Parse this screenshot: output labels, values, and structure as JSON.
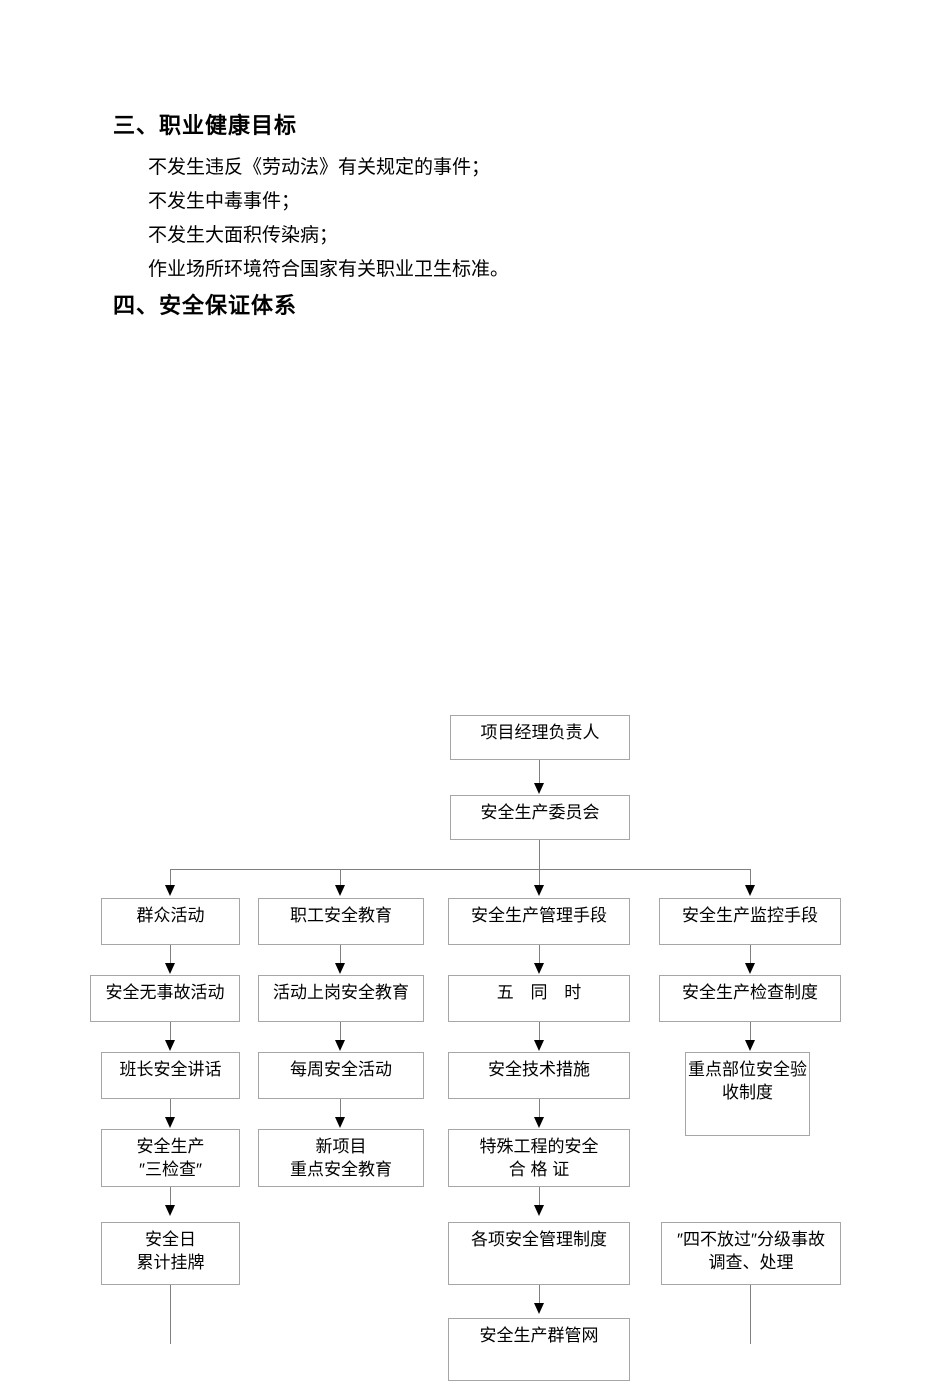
{
  "document": {
    "sections": [
      {
        "id": "occupational-health",
        "heading": "三、职业健康目标",
        "lines": [
          "不发生违反《劳动法》有关规定的事件；",
          "不发生中毒事件；",
          "不发生大面积传染病；",
          "作业场所环境符合国家有关职业卫生标准。"
        ]
      },
      {
        "id": "safety-assurance-system",
        "heading": "四、安全保证体系",
        "lines": []
      }
    ]
  },
  "chart_data": {
    "type": "diagram",
    "title": "安全保证体系",
    "orientation": "top-down",
    "root": "项目经理负责人",
    "nodes": [
      {
        "id": "n1",
        "label": "项目经理负责人",
        "level": 0,
        "column": "center"
      },
      {
        "id": "n2",
        "label": "安全生产委员会",
        "level": 1,
        "column": "center"
      },
      {
        "id": "c1r1",
        "label": "群众活动",
        "level": 2,
        "column": 1
      },
      {
        "id": "c1r2",
        "label": "安全无事故活动",
        "level": 3,
        "column": 1
      },
      {
        "id": "c1r3",
        "label": "班长安全讲话",
        "level": 4,
        "column": 1
      },
      {
        "id": "c1r4",
        "label": "安全生产\n″三检查″",
        "level": 5,
        "column": 1
      },
      {
        "id": "c1r5",
        "label": "安全日\n累计挂牌",
        "level": 6,
        "column": 1
      },
      {
        "id": "c2r1",
        "label": "职工安全教育",
        "level": 2,
        "column": 2
      },
      {
        "id": "c2r2",
        "label": "活动上岗安全教育",
        "level": 3,
        "column": 2
      },
      {
        "id": "c2r3",
        "label": "每周安全活动",
        "level": 4,
        "column": 2
      },
      {
        "id": "c2r4",
        "label": "新项目\n重点安全教育",
        "level": 5,
        "column": 2
      },
      {
        "id": "c3r1",
        "label": "安全生产管理手段",
        "level": 2,
        "column": 3
      },
      {
        "id": "c3r2",
        "label": "五 同 时",
        "level": 3,
        "column": 3
      },
      {
        "id": "c3r3",
        "label": "安全技术措施",
        "level": 4,
        "column": 3
      },
      {
        "id": "c3r4",
        "label": "特殊工程的安全\n合 格 证",
        "level": 5,
        "column": 3
      },
      {
        "id": "c3r5",
        "label": "各项安全管理制度",
        "level": 6,
        "column": 3
      },
      {
        "id": "c3r6",
        "label": "安全生产群管网",
        "level": 7,
        "column": 3
      },
      {
        "id": "c4r1",
        "label": "安全生产监控手段",
        "level": 2,
        "column": 4
      },
      {
        "id": "c4r2",
        "label": "安全生产检查制度",
        "level": 3,
        "column": 4
      },
      {
        "id": "c4r3",
        "label": "重点部位安全验\n收制度",
        "level": 4,
        "column": 4
      },
      {
        "id": "c4r4",
        "label": "″四不放过″分级事故\n调查、处理",
        "level": 6,
        "column": 4
      }
    ],
    "edges": [
      {
        "from": "n1",
        "to": "n2"
      },
      {
        "from": "n2",
        "to": "c1r1"
      },
      {
        "from": "n2",
        "to": "c2r1"
      },
      {
        "from": "n2",
        "to": "c3r1"
      },
      {
        "from": "n2",
        "to": "c4r1"
      },
      {
        "from": "c1r1",
        "to": "c1r2"
      },
      {
        "from": "c1r2",
        "to": "c1r3"
      },
      {
        "from": "c1r3",
        "to": "c1r4"
      },
      {
        "from": "c1r4",
        "to": "c1r5"
      },
      {
        "from": "c2r1",
        "to": "c2r2"
      },
      {
        "from": "c2r2",
        "to": "c2r3"
      },
      {
        "from": "c2r3",
        "to": "c2r4"
      },
      {
        "from": "c3r1",
        "to": "c3r2"
      },
      {
        "from": "c3r2",
        "to": "c3r3"
      },
      {
        "from": "c3r3",
        "to": "c3r4"
      },
      {
        "from": "c3r4",
        "to": "c3r5"
      },
      {
        "from": "c3r5",
        "to": "c3r6"
      },
      {
        "from": "c4r1",
        "to": "c4r2"
      },
      {
        "from": "c4r2",
        "to": "c4r3"
      }
    ],
    "colors": {
      "node_border": "#a6a6a6",
      "connector": "#808080",
      "arrow": "#000000",
      "text": "#000000",
      "background": "#ffffff"
    }
  }
}
